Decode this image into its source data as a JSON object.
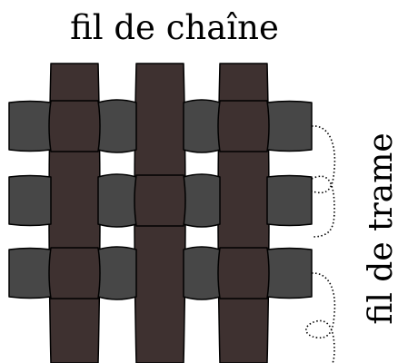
{
  "labels": {
    "warp": "fil de chaîne",
    "weft": "fil de trame"
  },
  "colors": {
    "warp_thread": "#3e3130",
    "weft_thread": "#474747",
    "outline": "#000000",
    "path": "#000000",
    "background": "#ffffff"
  },
  "weave": {
    "pattern": "plain weave",
    "warp_thread_count": 3,
    "weft_thread_count": 3
  }
}
